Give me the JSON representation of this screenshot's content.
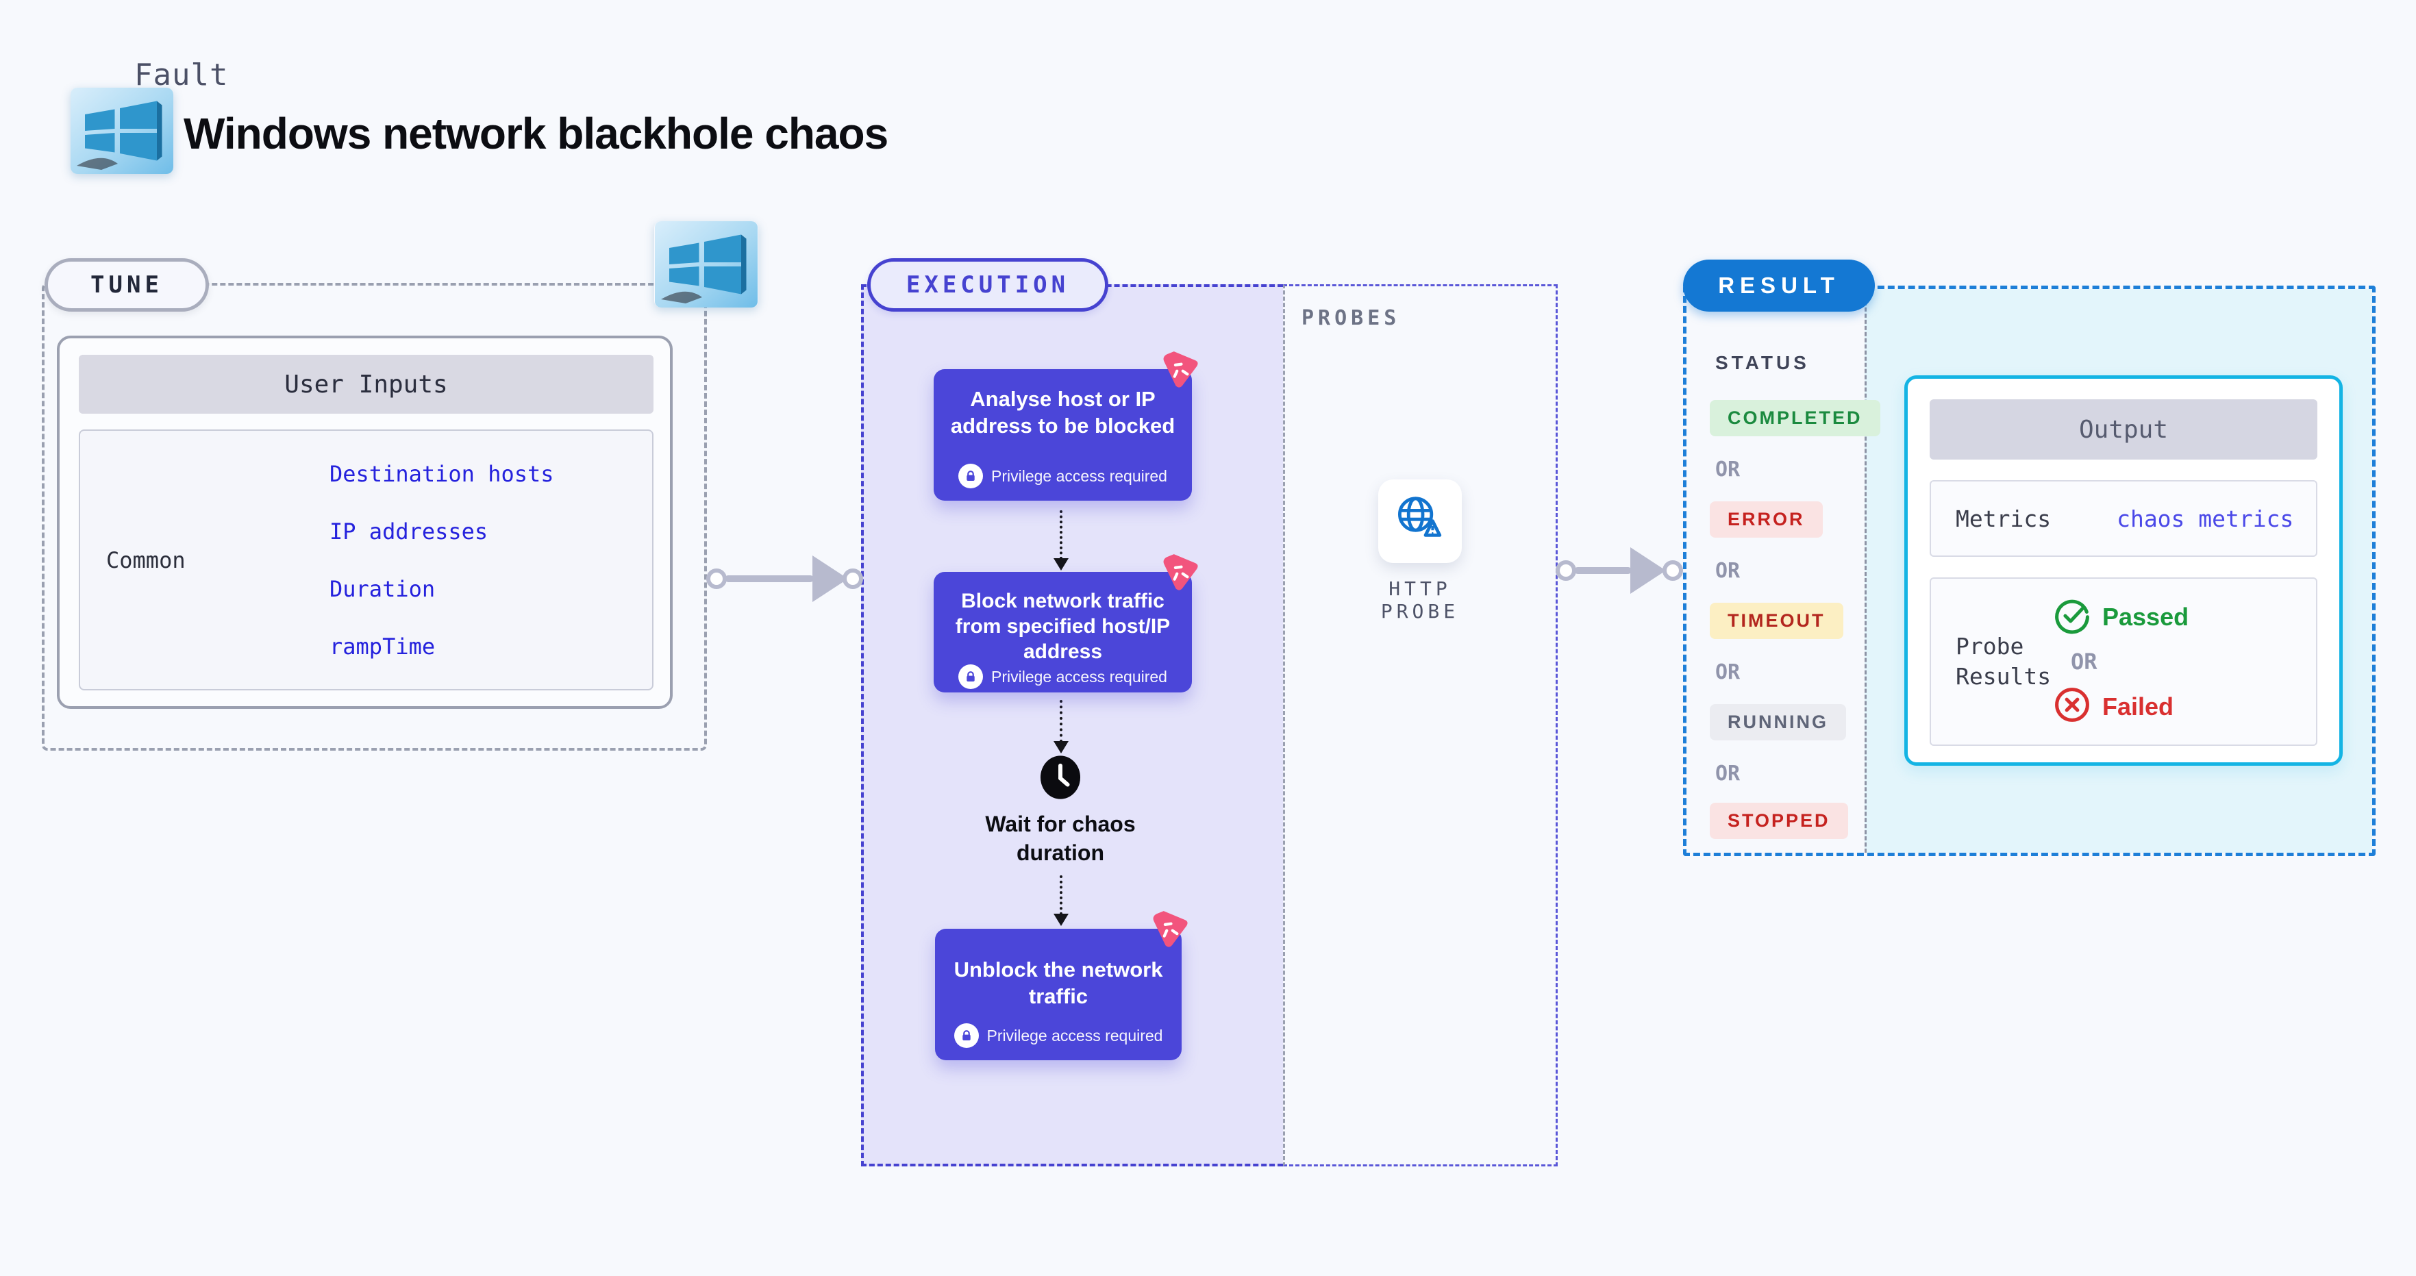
{
  "colors": {
    "page_bg": "#f7f9fd",
    "indigo_accent": "#4642d0",
    "step_box": "#4b46d9",
    "exec_fill": "#e4e3fa",
    "pink_logo": "#f2547d",
    "result_blue": "#1478d3",
    "result_dash": "#1e7fd8",
    "output_cyan": "#14b4e4",
    "result_fill": "#e3f5fb",
    "link_blue": "#2522dd",
    "passed_green": "#1a9a3c",
    "failed_red": "#d93030",
    "timeout_yellow_bg": "#fcefc3",
    "connector_gray": "#b7bace"
  },
  "icons": {
    "windows_logo": "windows-flag",
    "litmus_logo": "pink-chaos-corner",
    "lock": "padlock-in-circle",
    "clock": "black-clock",
    "http_probe": "globe-with-warning-triangle",
    "passed": "green-check-circle",
    "failed": "red-x-circle",
    "connector": "dot-line-arrow-dot"
  },
  "header": {
    "kicker": "Fault",
    "title": "Windows network blackhole chaos"
  },
  "tune": {
    "label": "TUNE",
    "table_header": "User Inputs",
    "row_label": "Common",
    "inputs": [
      {
        "label": "Destination hosts"
      },
      {
        "label": "IP addresses"
      },
      {
        "label": "Duration"
      },
      {
        "label": "rampTime"
      }
    ]
  },
  "execution": {
    "label": "EXECUTION",
    "privilege_badge": "Privilege access required",
    "steps": [
      {
        "title": "Analyse host or IP address to be blocked"
      },
      {
        "title": "Block network traffic from specified host/IP address"
      },
      {
        "title": "Wait for chaos duration"
      },
      {
        "title": "Unblock the network traffic"
      }
    ]
  },
  "probes": {
    "label": "PROBES",
    "probe_label": "HTTP PROBE"
  },
  "result": {
    "label": "RESULT",
    "status_header": "STATUS",
    "or_label": "OR",
    "statuses": [
      {
        "label": "COMPLETED"
      },
      {
        "label": "ERROR"
      },
      {
        "label": "TIMEOUT"
      },
      {
        "label": "RUNNING"
      },
      {
        "label": "STOPPED"
      }
    ],
    "output": {
      "header": "Output",
      "metrics_label": "Metrics",
      "metrics_link": "chaos metrics",
      "probe_results_label": "Probe Results",
      "passed": "Passed",
      "or_label": "OR",
      "failed": "Failed"
    }
  }
}
